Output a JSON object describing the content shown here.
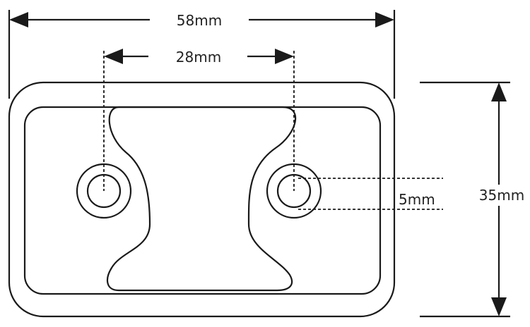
{
  "dimensions": {
    "overall_width": "58mm",
    "hole_spacing": "28mm",
    "hole_diameter": "5mm",
    "overall_height": "35mm"
  },
  "colors": {
    "line": "#1a1a1a",
    "background": "#ffffff"
  }
}
